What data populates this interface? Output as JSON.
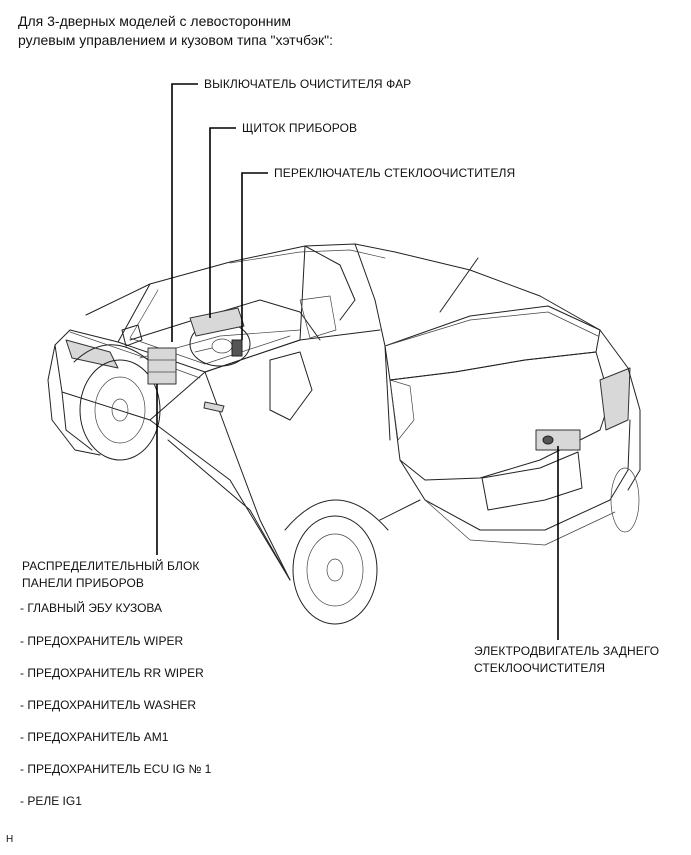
{
  "heading": {
    "line1": "Для 3-дверных моделей с левосторонним",
    "line2": "рулевым управлением и кузовом типа \"хэтчбэк\":"
  },
  "callouts": {
    "headlamp_cleaner_switch": "ВЫКЛЮЧАТЕЛЬ ОЧИСТИТЕЛЯ ФАР",
    "combination_meter": "ЩИТОК ПРИБОРОВ",
    "wiper_switch": "ПЕРЕКЛЮЧАТЕЛЬ СТЕКЛООЧИСТИТЕЛЯ",
    "junction_block": {
      "line1": "РАСПРЕДЕЛИТЕЛЬНЫЙ БЛОК",
      "line2": "ПАНЕЛИ ПРИБОРОВ"
    },
    "rear_wiper_motor": {
      "line1": "ЭЛЕКТРОДВИГАТЕЛЬ ЗАДНЕГО",
      "line2": "СТЕКЛООЧИСТИТЕЛЯ"
    }
  },
  "junction_block_items": [
    "- ГЛАВНЫЙ ЭБУ КУЗОВА",
    "- ПРЕДОХРАНИТЕЛЬ WIPER",
    "- ПРЕДОХРАНИТЕЛЬ RR WIPER",
    "- ПРЕДОХРАНИТЕЛЬ WASHER",
    "- ПРЕДОХРАНИТЕЛЬ AM1",
    "- ПРЕДОХРАНИТЕЛЬ ECU IG № 1",
    "- РЕЛЕ IG1"
  ],
  "footnote": "H"
}
